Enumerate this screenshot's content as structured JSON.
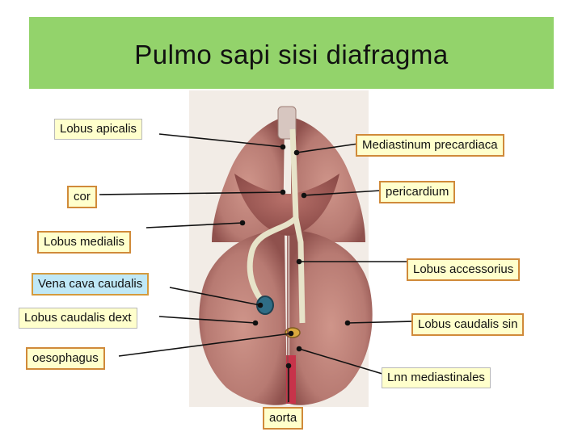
{
  "title": "Pulmo sapi sisi diafragma",
  "labels": {
    "lobus_apicalis": "Lobus apicalis",
    "mediastinum_precardiaca": "Mediastinum precardiaca",
    "cor": "cor",
    "pericardium": "pericardium",
    "lobus_medialis": "Lobus medialis",
    "lobus_accessorius": "Lobus accessorius",
    "vena_cava_caudalis": "Vena cava caudalis",
    "lobus_caudalis_dext": "Lobus caudalis dext",
    "lobus_caudalis_sin": "Lobus caudalis sin",
    "oesophagus": "oesophagus",
    "lnn_mediastinales": "Lnn mediastinales",
    "aorta": "aorta"
  },
  "colors": {
    "title_band": "#93d36b",
    "label_fill": "#ffffcc",
    "label_fill_blue": "#bfe8f7",
    "lung_tissue": "#b77a72",
    "heart_area": "#9f5450"
  }
}
